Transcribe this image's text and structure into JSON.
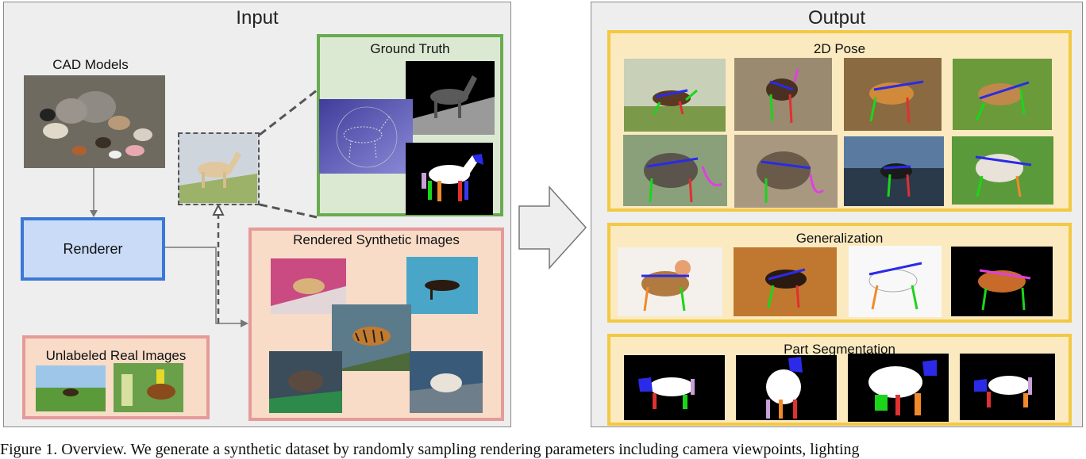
{
  "input_panel": {
    "title": "Input",
    "cad_models_label": "CAD Models",
    "renderer_label": "Renderer",
    "ground_truth_label": "Ground Truth",
    "synthetic_label": "Rendered Synthetic Images",
    "unlabeled_label": "Unlabeled Real Images"
  },
  "output_panel": {
    "title": "Output",
    "pose_label": "2D Pose",
    "generalization_label": "Generalization",
    "segmentation_label": "Part Segmentation"
  },
  "caption": "Figure 1. Overview. We generate a synthetic dataset by randomly sampling rendering parameters including camera viewpoints, lighting",
  "colors": {
    "ground_truth_border": "#6aab4f",
    "ground_truth_fill": "#dbe9d3",
    "renderer_border": "#3a78d8",
    "renderer_fill": "#c9dbf7",
    "synthetic_border": "#e69a9a",
    "synthetic_fill": "#f8dcc8",
    "output_group_border": "#f3c843",
    "output_group_fill": "#fbeac0"
  }
}
